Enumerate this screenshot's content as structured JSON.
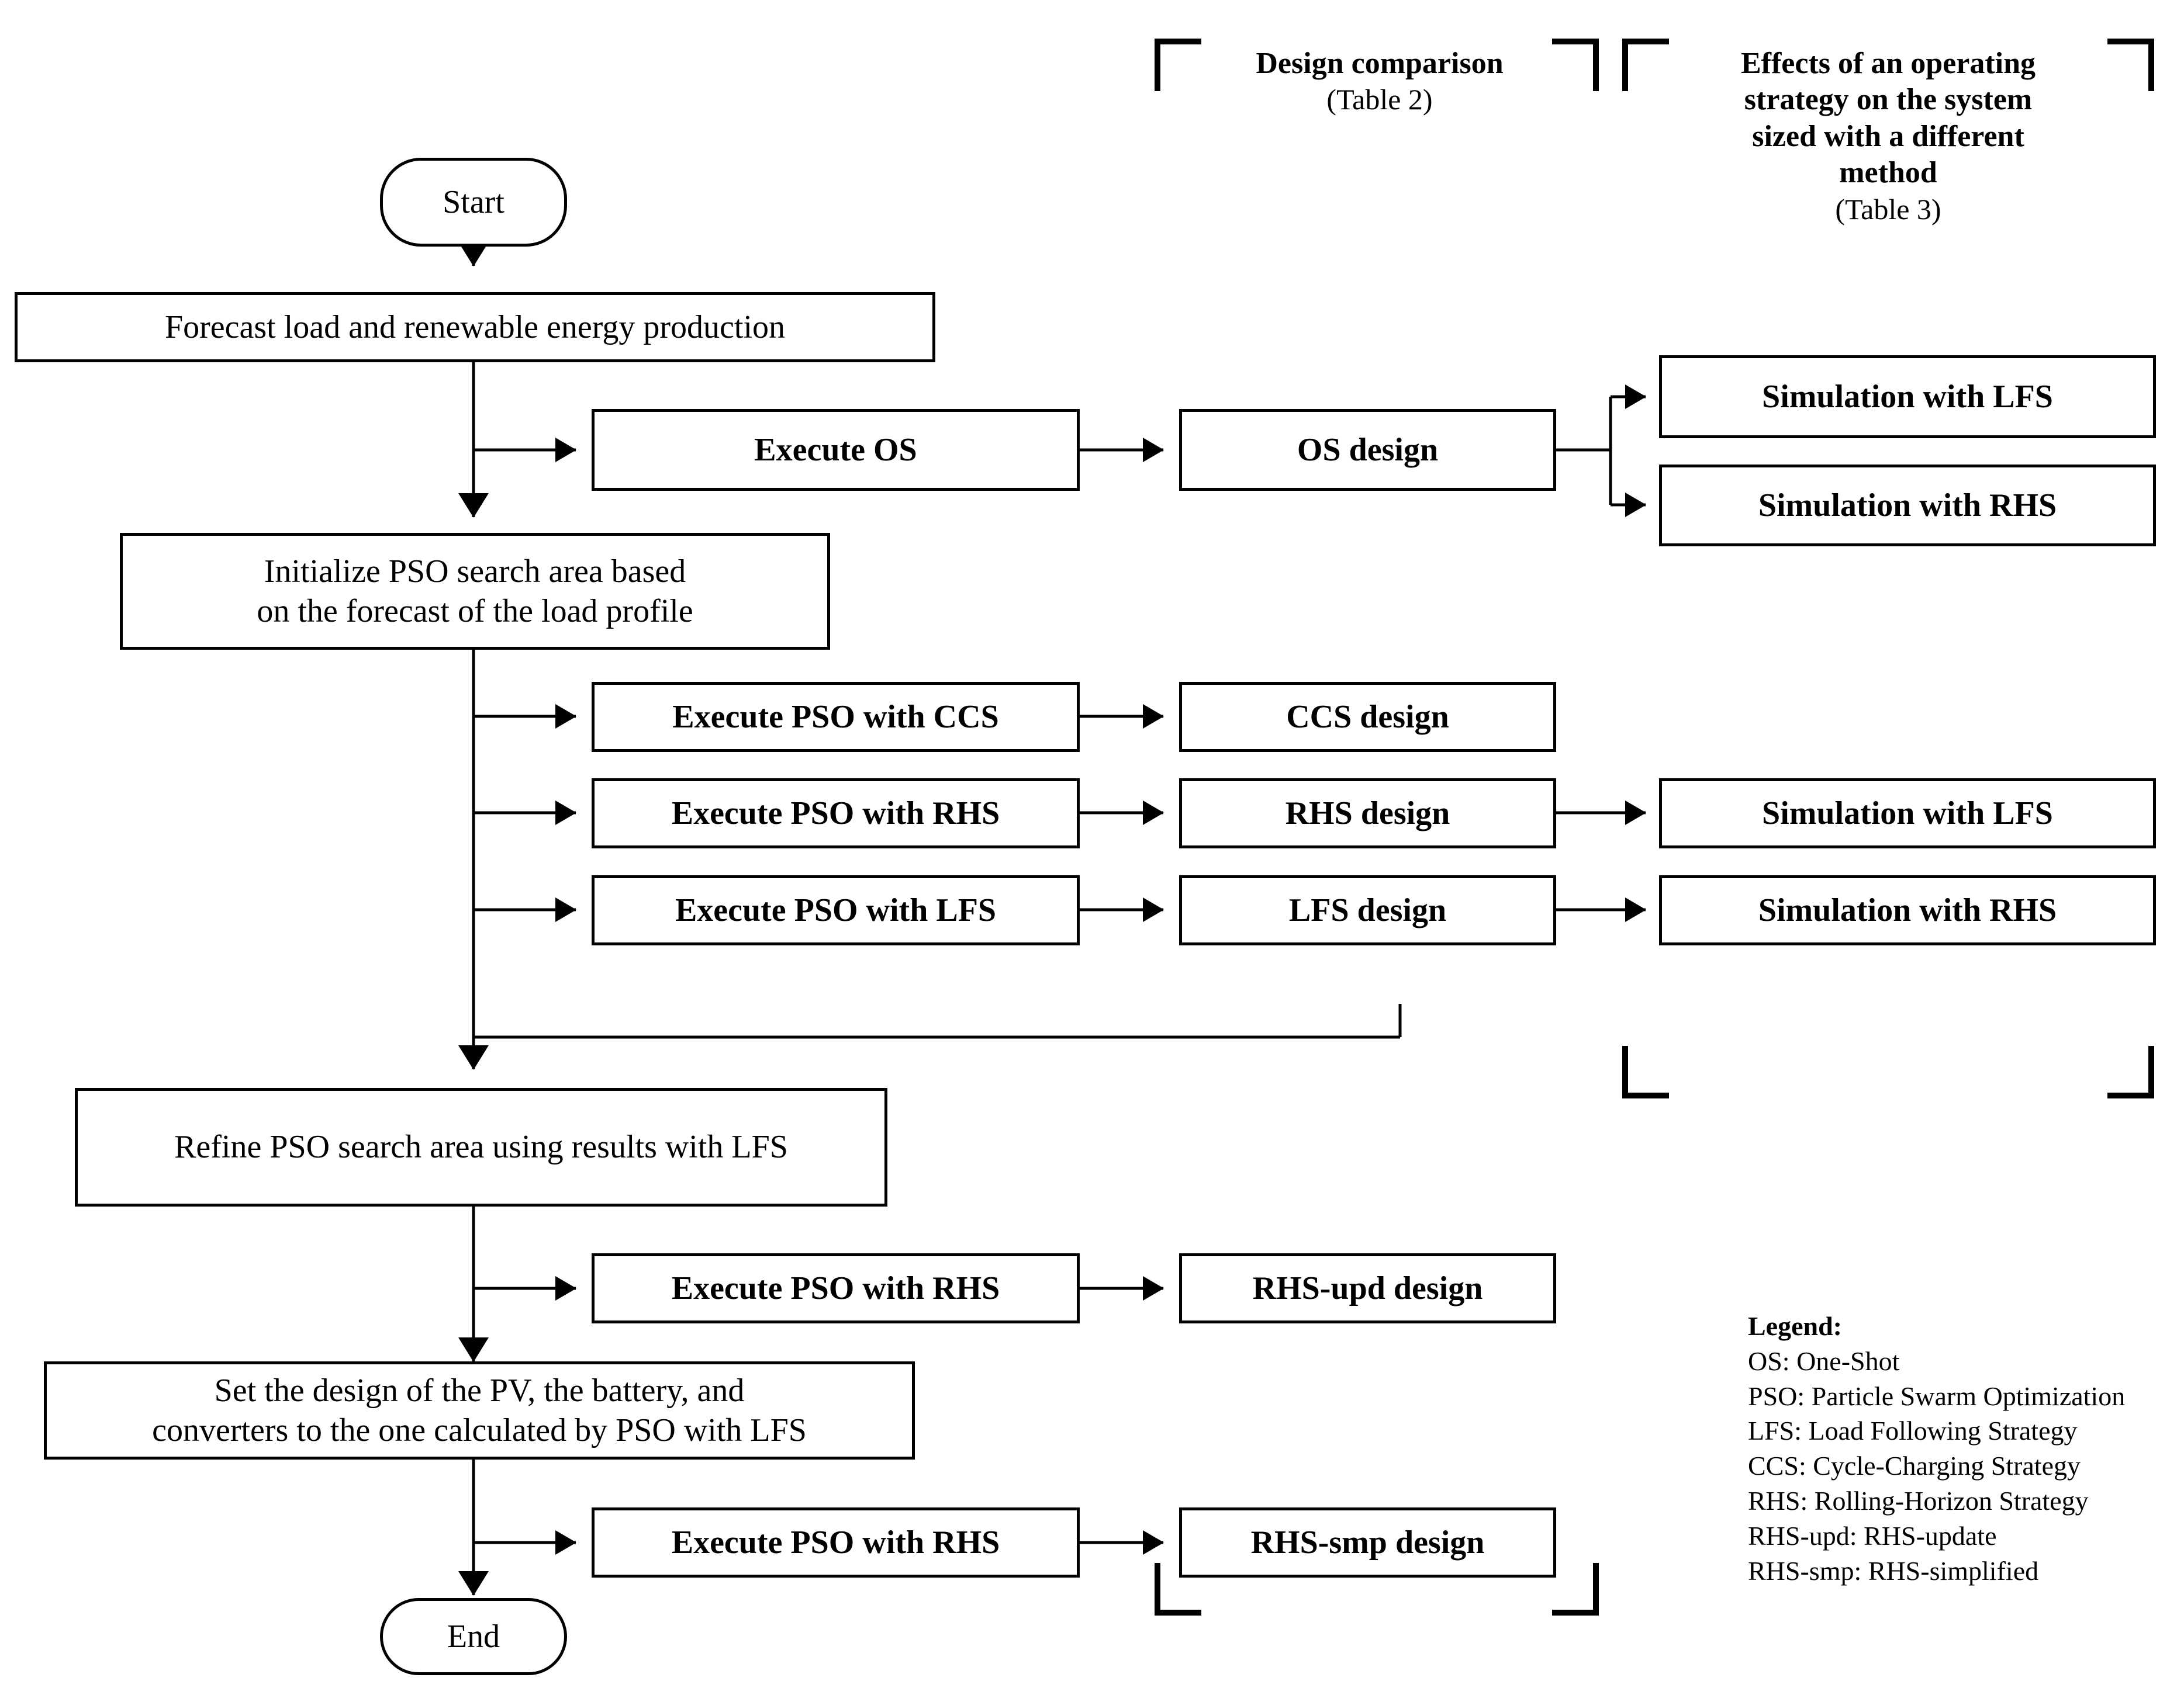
{
  "diagram": {
    "title_hidden": "",
    "nodes": {
      "start": "Start",
      "forecast": "Forecast load and renewable energy production",
      "execute_os": "Execute OS",
      "os_design": "OS design",
      "sim_lfs_top": "Simulation with LFS",
      "sim_rhs_top": "Simulation with RHS",
      "init_pso_line1": "Initialize PSO search area based",
      "init_pso_line2": "on the forecast of the load profile",
      "exec_pso_ccs": "Execute PSO with CCS",
      "ccs_design": "CCS design",
      "exec_pso_rhs_1": "Execute PSO with RHS",
      "rhs_design": "RHS design",
      "sim_lfs_mid": "Simulation with LFS",
      "exec_pso_lfs": "Execute PSO with LFS",
      "lfs_design": "LFS design",
      "sim_rhs_mid": "Simulation with RHS",
      "refine": "Refine PSO search area using results with LFS",
      "exec_pso_rhs_2": "Execute PSO with RHS",
      "rhs_upd_design": "RHS-upd design",
      "set_design_line1": "Set the design of the PV, the battery, and",
      "set_design_line2": "converters to the one calculated by PSO with LFS",
      "exec_pso_rhs_3": "Execute PSO with RHS",
      "rhs_smp_design": "RHS-smp design",
      "end": "End"
    },
    "annotations": {
      "design_comparison_header": "Design comparison",
      "design_comparison_sub": "(Table 2)",
      "effects_header_line1": "Effects of an operating",
      "effects_header_line2": "strategy on the system",
      "effects_header_line3": "sized with a different",
      "effects_header_line4": "method",
      "effects_sub": "(Table 3)"
    },
    "legend": {
      "title": "Legend:",
      "entries": [
        "OS: One-Shot",
        "PSO: Particle Swarm Optimization",
        "LFS: Load Following Strategy",
        "CCS: Cycle-Charging Strategy",
        "RHS: Rolling-Horizon Strategy",
        "RHS-upd: RHS-update",
        "RHS-smp: RHS-simplified"
      ]
    },
    "colors": {
      "stroke": "#000000",
      "fill": "#ffffff"
    }
  },
  "chart_data": {
    "type": "diagram",
    "title": "PSO-based sizing methodology flowchart",
    "flow_sequence": [
      "Start",
      "Forecast load and renewable energy production",
      "Initialize PSO search area based on the forecast of the load profile",
      "Refine PSO search area using results with LFS",
      "Set the design of the PV, the battery, and converters to the one calculated by PSO with LFS",
      "End"
    ],
    "branches": [
      {
        "from": "Forecast load and renewable energy production",
        "to": "Execute OS",
        "then": "OS design",
        "then_to": [
          "Simulation with LFS",
          "Simulation with RHS"
        ]
      },
      {
        "from": "Initialize PSO search area based on the forecast of the load profile",
        "to": "Execute PSO with CCS",
        "then": "CCS design",
        "then_to": []
      },
      {
        "from": "Initialize PSO search area based on the forecast of the load profile",
        "to": "Execute PSO with RHS",
        "then": "RHS design",
        "then_to": [
          "Simulation with LFS"
        ]
      },
      {
        "from": "Initialize PSO search area based on the forecast of the load profile",
        "to": "Execute PSO with LFS",
        "then": "LFS design",
        "then_to": [
          "Simulation with RHS"
        ]
      },
      {
        "from": "Refine PSO search area using results with LFS",
        "to": "Execute PSO with RHS",
        "then": "RHS-upd design",
        "then_to": []
      },
      {
        "from": "Set the design of the PV, the battery, and converters to the one calculated by PSO with LFS",
        "to": "Execute PSO with RHS",
        "then": "RHS-smp design",
        "then_to": []
      }
    ],
    "feedback_edges": [
      {
        "from": "LFS design",
        "to": "Refine PSO search area using results with LFS"
      }
    ],
    "grouping_annotations": [
      {
        "label": "Design comparison (Table 2)",
        "covers": [
          "OS design",
          "CCS design",
          "RHS design",
          "LFS design",
          "RHS-upd design",
          "RHS-smp design"
        ]
      },
      {
        "label": "Effects of an operating strategy on the system sized with a different method (Table 3)",
        "covers": [
          "Simulation with LFS",
          "Simulation with RHS"
        ]
      }
    ]
  }
}
